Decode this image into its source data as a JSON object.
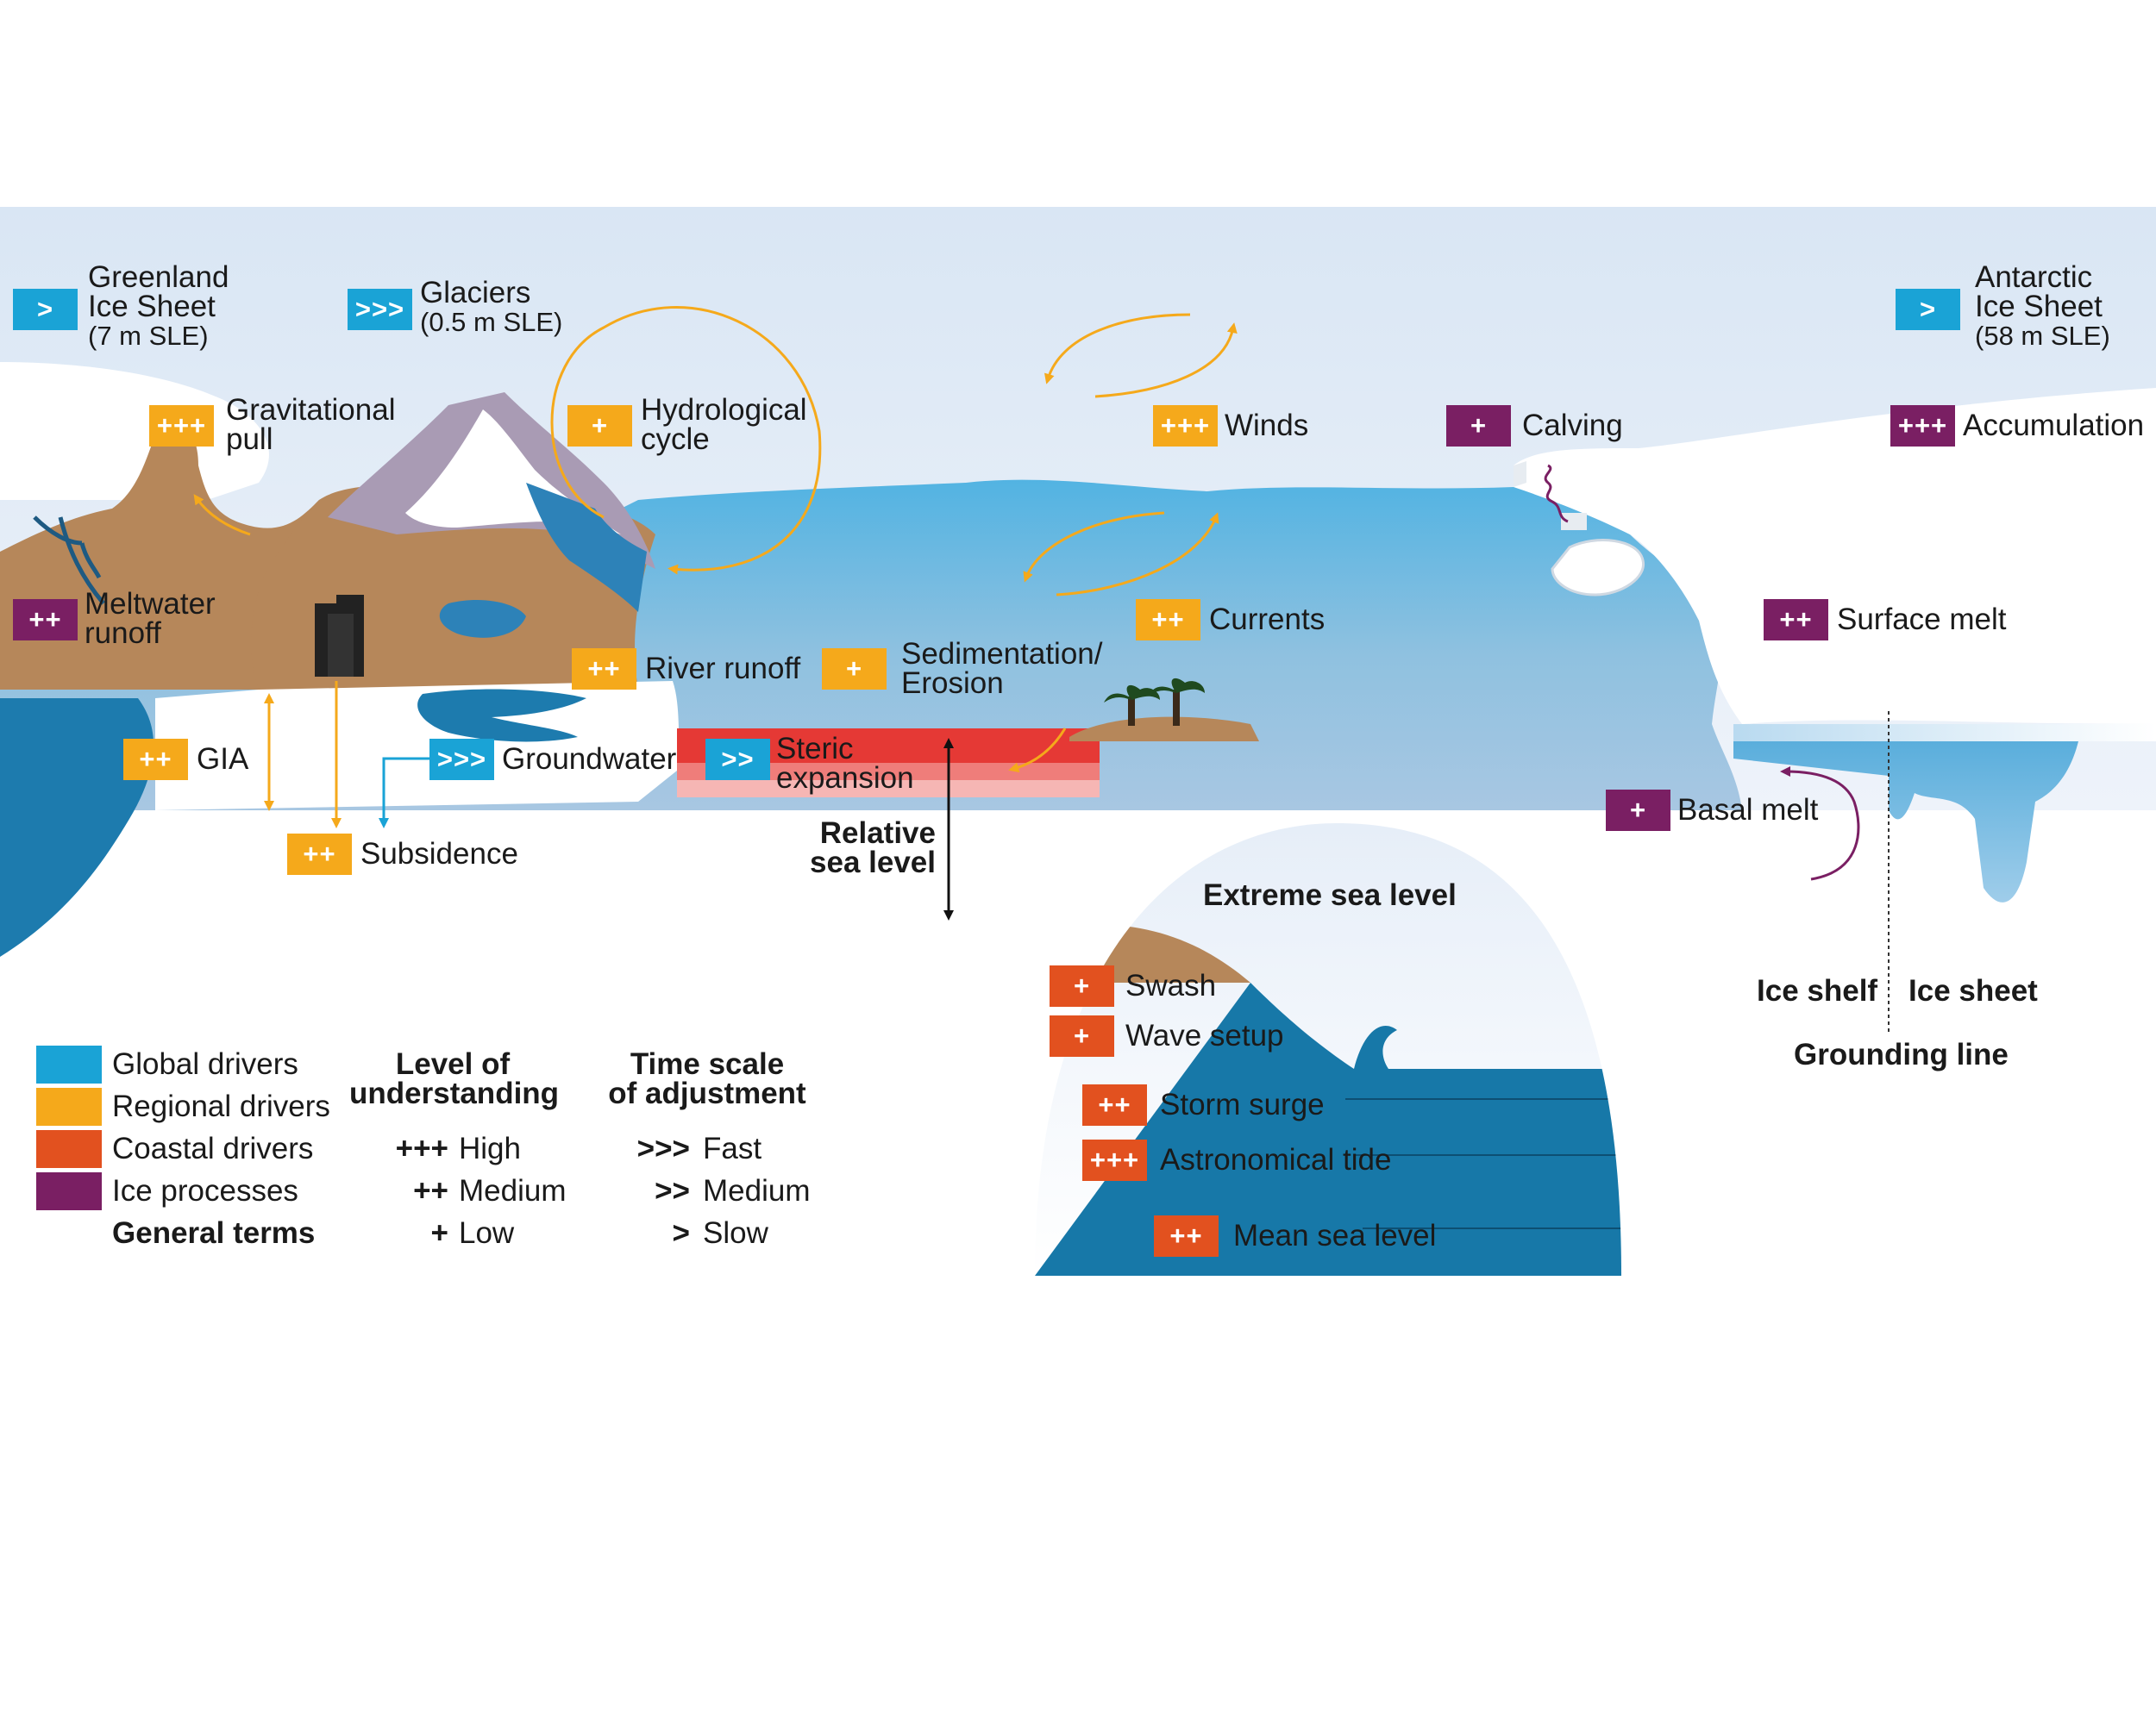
{
  "colors": {
    "global": "#1aa3d6",
    "regional": "#f5a91b",
    "coastal": "#e2511f",
    "ice": "#7a1f63",
    "sky": "#e3ecf6",
    "ocean": "#4fb3e0",
    "deep_ocean": "#1778a8",
    "land": "#b6875a",
    "ice_white": "#ffffff",
    "steric": "#e53935"
  },
  "processes": [
    {
      "id": "greenland",
      "badge": ">",
      "color": "global",
      "lines": [
        "Greenland",
        "Ice Sheet"
      ],
      "sub": "(7 m SLE)"
    },
    {
      "id": "glaciers",
      "badge": ">>>",
      "color": "global",
      "lines": [
        "Glaciers"
      ],
      "sub": "(0.5 m SLE)"
    },
    {
      "id": "antarctic",
      "badge": ">",
      "color": "global",
      "lines": [
        "Antarctic",
        "Ice Sheet"
      ],
      "sub": "(58 m SLE)"
    },
    {
      "id": "gravitational",
      "badge": "+++",
      "color": "regional",
      "lines": [
        "Gravitational",
        "pull"
      ]
    },
    {
      "id": "hydrological",
      "badge": "+",
      "color": "regional",
      "lines": [
        "Hydrological",
        "cycle"
      ]
    },
    {
      "id": "winds",
      "badge": "+++",
      "color": "regional",
      "lines": [
        "Winds"
      ]
    },
    {
      "id": "calving",
      "badge": "+",
      "color": "ice",
      "lines": [
        "Calving"
      ]
    },
    {
      "id": "accumulation",
      "badge": "+++",
      "color": "ice",
      "lines": [
        "Accumulation"
      ]
    },
    {
      "id": "meltwater",
      "badge": "++",
      "color": "ice",
      "lines": [
        "Meltwater",
        "runoff"
      ]
    },
    {
      "id": "currents",
      "badge": "++",
      "color": "regional",
      "lines": [
        "Currents"
      ]
    },
    {
      "id": "surface_melt",
      "badge": "++",
      "color": "ice",
      "lines": [
        "Surface melt"
      ]
    },
    {
      "id": "river_runoff",
      "badge": "++",
      "color": "regional",
      "lines": [
        "River runoff"
      ]
    },
    {
      "id": "sedimentation",
      "badge": "+",
      "color": "regional",
      "lines": [
        "Sedimentation/",
        "Erosion"
      ]
    },
    {
      "id": "gia",
      "badge": "++",
      "color": "regional",
      "lines": [
        "GIA"
      ]
    },
    {
      "id": "groundwater",
      "badge": ">>>",
      "color": "global",
      "lines": [
        "Groundwater"
      ]
    },
    {
      "id": "steric",
      "badge": ">>",
      "color": "global",
      "lines": [
        "Steric",
        "expansion"
      ]
    },
    {
      "id": "basal_melt",
      "badge": "+",
      "color": "ice",
      "lines": [
        "Basal melt"
      ]
    },
    {
      "id": "subsidence",
      "badge": "++",
      "color": "regional",
      "lines": [
        "Subsidence"
      ]
    }
  ],
  "relative_sea_level": [
    "Relative",
    "sea level"
  ],
  "extreme": {
    "title": "Extreme sea level",
    "items": [
      {
        "badge": "+",
        "label": "Swash"
      },
      {
        "badge": "+",
        "label": "Wave setup"
      },
      {
        "badge": "++",
        "label": "Storm surge"
      },
      {
        "badge": "+++",
        "label": "Astronomical tide"
      },
      {
        "badge": "++",
        "label": "Mean sea level"
      }
    ]
  },
  "grounding": {
    "ice_shelf": "Ice shelf",
    "ice_sheet": "Ice sheet",
    "grounding_line": "Grounding line"
  },
  "legend": {
    "drivers": [
      {
        "label": "Global drivers",
        "color": "global"
      },
      {
        "label": "Regional drivers",
        "color": "regional"
      },
      {
        "label": "Coastal drivers",
        "color": "coastal"
      },
      {
        "label": "Ice processes",
        "color": "ice"
      }
    ],
    "general_terms": "General terms",
    "understanding": {
      "title": [
        "Level of",
        "understanding"
      ],
      "rows": [
        {
          "sym": "+++",
          "label": "High"
        },
        {
          "sym": "++",
          "label": "Medium"
        },
        {
          "sym": "+",
          "label": "Low"
        }
      ]
    },
    "timescale": {
      "title": [
        "Time scale",
        "of adjustment"
      ],
      "rows": [
        {
          "sym": ">>>",
          "label": "Fast"
        },
        {
          "sym": ">>",
          "label": "Medium"
        },
        {
          "sym": ">",
          "label": "Slow"
        }
      ]
    }
  }
}
